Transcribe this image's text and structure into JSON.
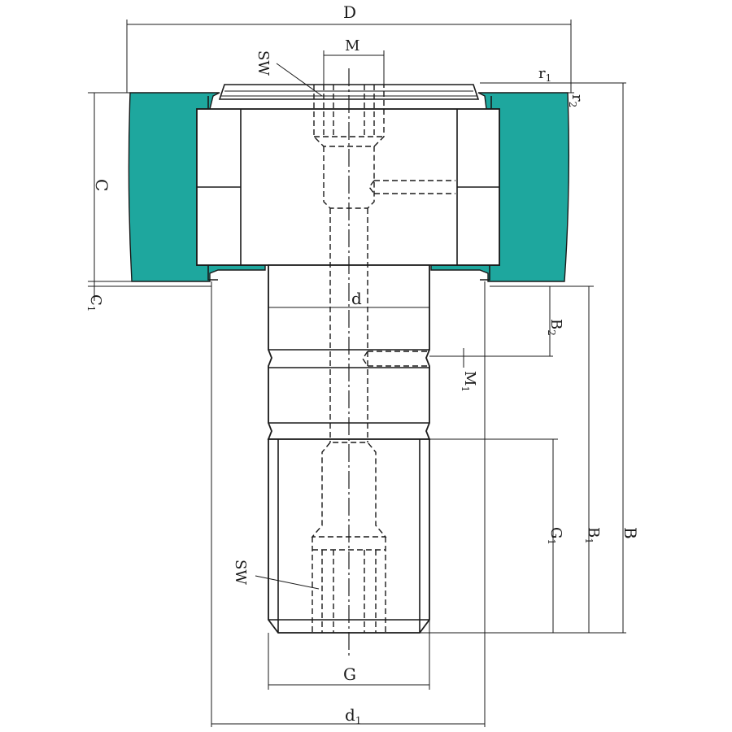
{
  "colors": {
    "tyre": "#1ea79e",
    "line": "#1a1a1a",
    "background": "#ffffff"
  },
  "labels": {
    "D": "D",
    "M": "M",
    "SW_top": "SW",
    "SW_bottom": "SW",
    "r1": "r",
    "r1_sub": "1",
    "r2": "r",
    "r2_sub": "2",
    "C": "C",
    "C1": "C",
    "C1_sub": "1",
    "d": "d",
    "B2": "B",
    "B2_sub": "2",
    "M1": "M",
    "M1_sub": "1",
    "G1": "G",
    "G1_sub": "1",
    "B1": "B",
    "B1_sub": "1",
    "B": "B",
    "G": "G",
    "d1": "d",
    "d1_sub": "1"
  }
}
